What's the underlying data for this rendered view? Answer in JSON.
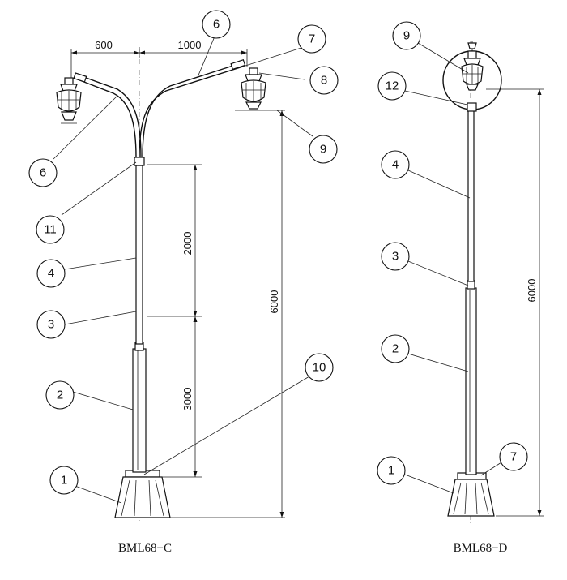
{
  "figures": [
    {
      "caption": "BML68−C",
      "dimensions": {
        "arm_left": "600",
        "arm_right": "1000",
        "height_upper": "2000",
        "height_lower": "3000",
        "height_total": "6000"
      },
      "callouts": [
        "6",
        "7",
        "8",
        "9",
        "6",
        "11",
        "4",
        "3",
        "2",
        "1",
        "10"
      ]
    },
    {
      "caption": "BML68−D",
      "dimensions": {
        "height_total": "6000"
      },
      "callouts": [
        "9",
        "12",
        "4",
        "3",
        "2",
        "1",
        "7"
      ]
    }
  ]
}
